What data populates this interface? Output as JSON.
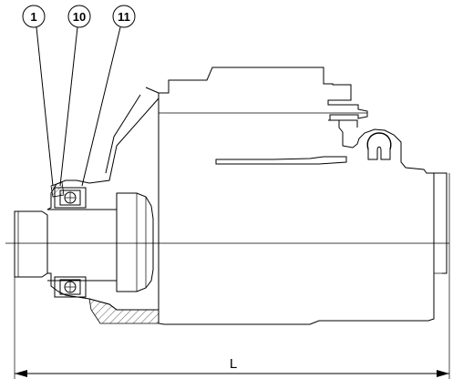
{
  "callouts": [
    {
      "label": "1"
    },
    {
      "label": "10"
    },
    {
      "label": "11"
    }
  ],
  "dimension": {
    "label": "L"
  }
}
